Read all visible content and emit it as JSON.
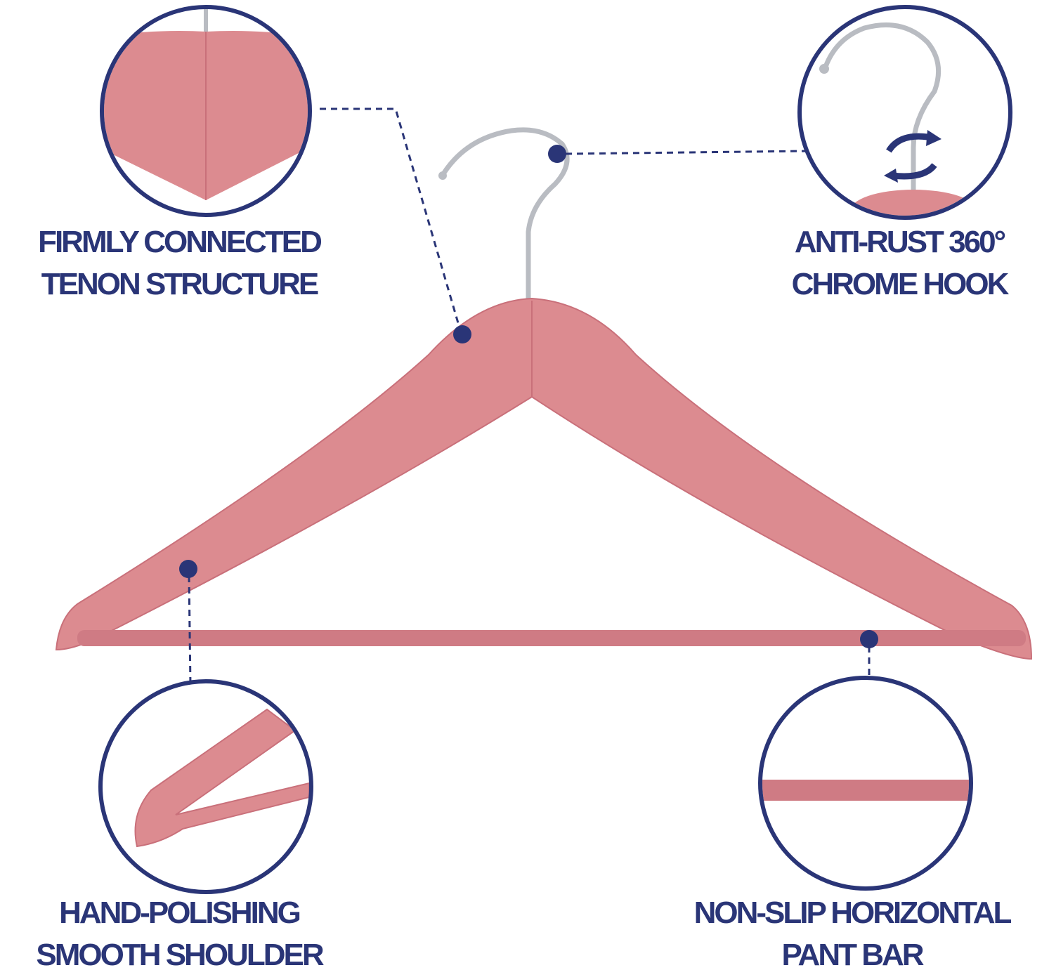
{
  "colors": {
    "navy": "#2a3577",
    "wood": "#dc8b90",
    "wood_dark": "#c9707a",
    "chrome": "#b9bcc2"
  },
  "callouts": [
    {
      "id": "tenon",
      "line1": "FIRMLY CONNECTED",
      "line2": "TENON STRUCTURE"
    },
    {
      "id": "hook",
      "line1": "ANTI-RUST 360°",
      "line2": "CHROME HOOK"
    },
    {
      "id": "shoulder",
      "line1": "HAND-POLISHING",
      "line2": "SMOOTH SHOULDER"
    },
    {
      "id": "bar",
      "line1": "NON-SLIP HORIZONTAL",
      "line2": "PANT BAR"
    }
  ]
}
